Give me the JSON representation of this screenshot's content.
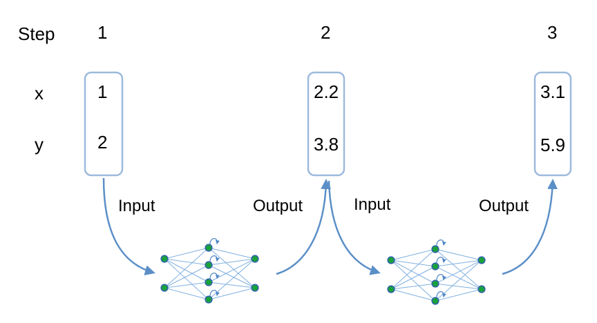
{
  "rows": {
    "header": "Step",
    "x": "x",
    "y": "y"
  },
  "steps": [
    {
      "number": "1",
      "x": "1",
      "y": "2"
    },
    {
      "number": "2",
      "x": "2.2",
      "y": "3.8"
    },
    {
      "number": "3",
      "x": "3.1",
      "y": "5.9"
    }
  ],
  "flow": {
    "input_label": "Input",
    "output_label": "Output"
  },
  "colors": {
    "box_border": "#9db9dc",
    "arrow": "#5b8fc7",
    "node_fill": "#1aa33a",
    "node_border": "#2f63a8",
    "edge": "#7fb0e0"
  }
}
